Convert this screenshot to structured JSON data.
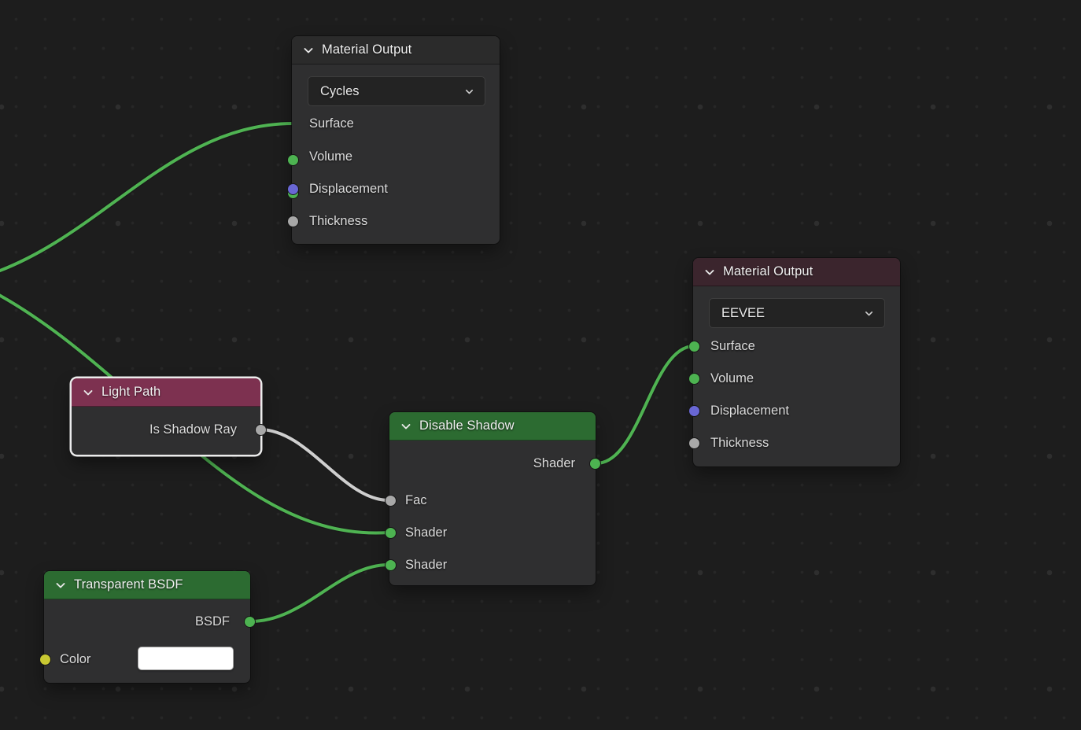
{
  "editor": {
    "type": "shader-node-graph",
    "background_color": "#1d1d1d",
    "accent_colors": {
      "header_green": "#2c6b31",
      "header_maroon_bright": "#7d3150",
      "header_maroon_dark": "#3b252d",
      "header_gray": "#2b2b2b",
      "wire_green": "#4fb352",
      "wire_gray": "#cfcfcf"
    }
  },
  "nodes": {
    "material_output_cycles": {
      "title": "Material Output",
      "header_color": "#2b2b2b",
      "dropdown": {
        "value": "Cycles"
      },
      "inputs": [
        {
          "label": "Surface",
          "color": "#4db351"
        },
        {
          "label": "Volume",
          "color": "#4db351"
        },
        {
          "label": "Displacement",
          "color": "#6967d5"
        },
        {
          "label": "Thickness",
          "color": "#a8a8a8"
        }
      ]
    },
    "material_output_eevee": {
      "title": "Material Output",
      "header_color": "#3b252d",
      "dropdown": {
        "value": "EEVEE"
      },
      "inputs": [
        {
          "label": "Surface",
          "color": "#4db351"
        },
        {
          "label": "Volume",
          "color": "#4db351"
        },
        {
          "label": "Displacement",
          "color": "#6967d5"
        },
        {
          "label": "Thickness",
          "color": "#a8a8a8"
        }
      ]
    },
    "light_path": {
      "title": "Light Path",
      "header_color": "#7d3150",
      "selected": true,
      "outputs": [
        {
          "label": "Is Shadow Ray",
          "color": "#a8a8a8"
        }
      ]
    },
    "disable_shadow": {
      "title": "Disable Shadow",
      "header_color": "#2c6b31",
      "outputs": [
        {
          "label": "Shader",
          "color": "#4db351"
        }
      ],
      "inputs": [
        {
          "label": "Fac",
          "color": "#a8a8a8"
        },
        {
          "label": "Shader",
          "color": "#4db351"
        },
        {
          "label": "Shader",
          "color": "#4db351"
        }
      ]
    },
    "transparent_bsdf": {
      "title": "Transparent BSDF",
      "header_color": "#2c6b31",
      "outputs": [
        {
          "label": "BSDF",
          "color": "#4db351"
        }
      ],
      "inputs": [
        {
          "label": "Color",
          "color": "#c8c832",
          "swatch_color": "#ffffff"
        }
      ]
    }
  },
  "wires": [
    {
      "from": "offscreen-left",
      "to": "material_output_cycles.Surface",
      "color": "#4fb352"
    },
    {
      "from": "offscreen-left",
      "to": "disable_shadow.Shader_in_1",
      "color": "#4fb352"
    },
    {
      "from": "light_path.Is Shadow Ray",
      "to": "disable_shadow.Fac",
      "color": "#cfcfcf"
    },
    {
      "from": "transparent_bsdf.BSDF",
      "to": "disable_shadow.Shader_in_2",
      "color": "#4fb352"
    },
    {
      "from": "disable_shadow.Shader",
      "to": "material_output_eevee.Surface",
      "color": "#4fb352"
    }
  ]
}
